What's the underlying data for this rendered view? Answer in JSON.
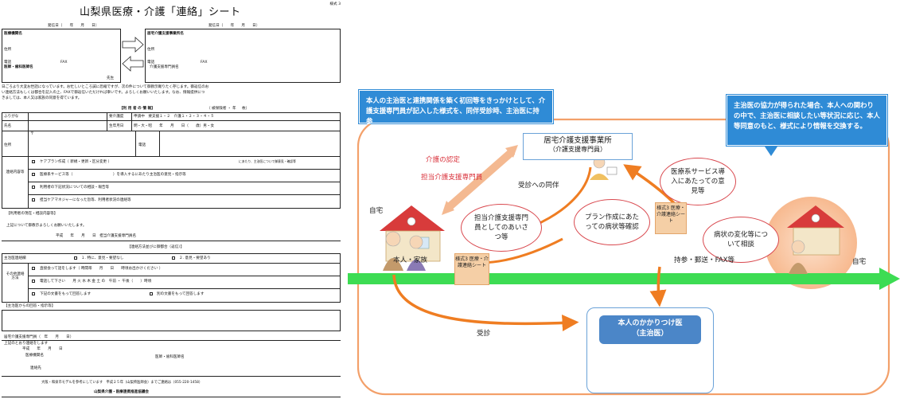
{
  "form": {
    "style_no": "様式 3",
    "title": "山梨県医療・介護「連絡」シート",
    "send_date_left": "発信日（　　年　　月　　日）",
    "send_date_right": "発信日（　　年　　月　　日）",
    "left_party": {
      "inst": "医療機関名",
      "addr": "住所",
      "tel": "電話",
      "fax": "FAX",
      "doctor": "医師・歯科医師名",
      "honorific": "先生"
    },
    "right_party": {
      "office": "居宅介護支援事業所名",
      "addr": "住所",
      "tel": "電話",
      "fax": "FAX",
      "manager": "介護支援専門員名"
    },
    "intro": [
      "日ごろより大変お世話になっています。お忙しいところ誠に恐縮ですが、次の件について御教示賜りたく存じます。御返信のお",
      "い連絡方法もしくは都合を記入の上、FAXで御返信いただければ幸いです。よろしくお願いいたします。なお、情報提供につ",
      "きましては、本人又は家族の同意を得ています。"
    ],
    "user_info_header": "【利 用 者 の 情 報】",
    "confirm_header": "（ 被保険者 ・ 年 　 枚）",
    "furigana": "ふりがな",
    "name": "氏名",
    "care_level": "要介護度",
    "care_level_value": "申請中　要支援１・２　介護１・２・３・４・５",
    "birthday": "生年月日",
    "birthday_value": "明・大・昭　　年　　月　　日（　　歳）男・女",
    "address": "住所",
    "postal": "〒",
    "phone": "電話",
    "contact_label": "連絡内容等",
    "contact_items": [
      "ケアプラン作成（ 新規・更新・区分変更 ）",
      "医療系サービス等（　　　　　　　　　　　）を導入するにあたり主治医の意見・指示等",
      "利用者の下記状況についての相談・報告等",
      "担当ケアマネジャーになった旨等、利用者状況の連絡等"
    ],
    "contact_note": "にあたり、主治医について御意見・確認等",
    "situation_header": "【利用者の現在・相談内容等】",
    "request_line": "上記について御教示よろしくお願いいたします。",
    "date_sign": "平成　　年　　月　　日　担当介護支援専門員名",
    "reply_header": "【連絡方法並びに御都合（返信）】",
    "doctor_comment_label": "主治医連絡欄",
    "reply_choice1": "１. 特に、意見・要望なし",
    "reply_choice2": "２. 意見・要望あり",
    "other_label": "その他連絡方法",
    "other_items": [
      "直接会って話をします（ 時間帯　　月　　日　　時頃お出かけください ）",
      "電話して下さい　　月 火 水 木 金 土 の　午前 ・ 午後（　　）時頃",
      "下記の文書をもって回答します"
    ],
    "other_items_extra": "別の文書をもって回答します",
    "answer_header": "【主治医からの回答・指示等】",
    "response_date": "居宅介護支援専門員（　年　　月　　日）",
    "footer_confirm": "上記のとおり連絡をします",
    "footer_date": "平成　　年　　月　　日",
    "footer_inst": "医療機関名",
    "footer_doctor": "医師・歯科医師名",
    "footer_contact": "連絡先",
    "footer_note": "大阪・和泉市モデルを参考にしています　平成２５年（山梨県医師会）までご連絡は（055-220-1458）",
    "footer_org": "山梨県介護・医療連携推進協議会"
  },
  "diagram": {
    "callout_left": "本人の主治医と連携関係を築く初回等をきっかけとして、介護支援専門員が記入した様式を、同伴受診時、主治医に持参",
    "callout_right": "主治医の協力が得られた場合、本人への関わりの中で、主治医に相談したい等状況に応じ、本人等同意のもと、様式により情報を交換する。",
    "office_title": "居宅介護支援事業所",
    "office_sub": "（介護支援専門員）",
    "care_cert": "介護の認定",
    "care_manager": "担当介護支援専門員",
    "accompany": "受診への同伴",
    "bubble_greeting": "担当介護支援専門員としてのあいさつ等",
    "bubble_plan": "プラン作成にあたっての病状等確認",
    "bubble_medical": "医療系サービス導入にあたっての意見等",
    "bubble_change": "病状の変化等について相談",
    "home_left": "自宅",
    "home_right": "自宅",
    "person_family": "本人・家族",
    "sheet_label": "様式3 医療・介護連絡シート",
    "send_methods": "持参・郵送・FAX等",
    "visit": "受診",
    "doctor_title": "本人のかかりつけ医",
    "doctor_sub": "（主治医）",
    "colors": {
      "blue": "#2f8bd6",
      "orange": "#ef7d22",
      "green": "#3ddc53",
      "red": "#d9303a"
    }
  }
}
